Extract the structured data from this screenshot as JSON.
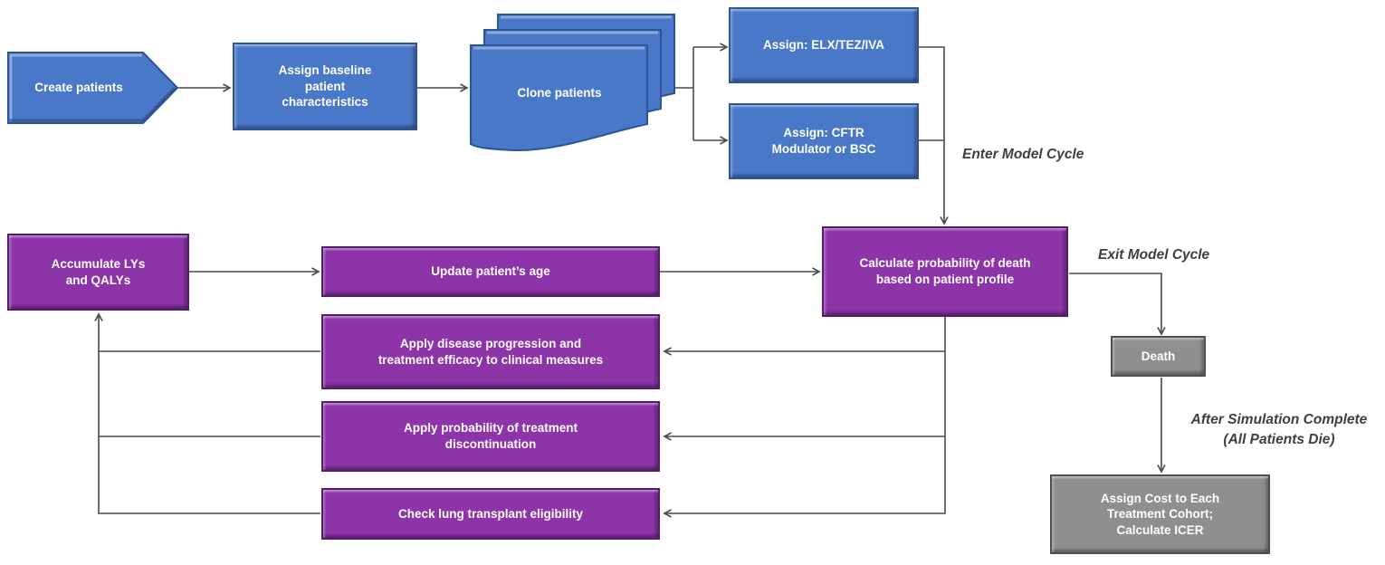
{
  "diagram": {
    "nodes": {
      "create_patients": {
        "label": "Create patients"
      },
      "assign_baseline": {
        "label": "Assign baseline\npatient\ncharacteristics"
      },
      "clone_patients": {
        "label": "Clone patients"
      },
      "assign_elx": {
        "label": "Assign: ELX/TEZ/IVA"
      },
      "assign_cftr": {
        "label": "Assign: CFTR\nModulator or BSC"
      },
      "calculate_death": {
        "label": "Calculate probability of death\nbased on patient profile"
      },
      "accumulate": {
        "label": "Accumulate LYs\nand QALYs"
      },
      "update_age": {
        "label": "Update patient’s age"
      },
      "apply_disease": {
        "label": "Apply disease progression and\ntreatment efficacy to clinical measures"
      },
      "apply_discontinuation": {
        "label": "Apply probability of treatment\ndiscontinuation"
      },
      "check_transplant": {
        "label": "Check lung transplant eligibility"
      },
      "death": {
        "label": "Death"
      },
      "assign_cost": {
        "label": "Assign Cost to Each\nTreatment Cohort;\nCalculate ICER"
      }
    },
    "annotations": {
      "enter_model_cycle": "Enter Model Cycle",
      "exit_model_cycle": "Exit Model Cycle",
      "after_simulation": "After Simulation Complete\n(All Patients Die)"
    },
    "colors": {
      "blue_fill": "#4A78C8",
      "blue_border": "#2C5596",
      "purple_fill": "#8C34A8",
      "purple_border": "#581A6E",
      "gray_fill": "#8F8F8F",
      "gray_border": "#4F4F4F",
      "connector": "#4A4A4A",
      "annotation_text": "#3E3E3E",
      "node_text": "#FFFFFF"
    }
  }
}
